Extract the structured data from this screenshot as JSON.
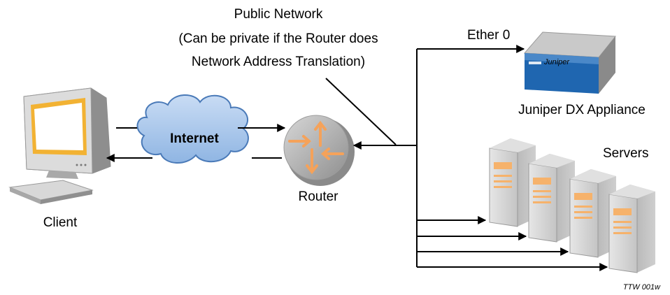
{
  "labels": {
    "public_network_line1": "Public Network",
    "public_network_line2": "(Can be private if the Router does",
    "public_network_line3": "Network Address Translation)",
    "internet": "Internet",
    "client": "Client",
    "router": "Router",
    "ether": "Ether 0",
    "appliance": "Juniper DX Appliance",
    "servers": "Servers",
    "figure_id": "TTW  001w",
    "appliance_badge": "Juniper"
  },
  "colors": {
    "line": "#000000",
    "cloud_fill": "#a8c8ec",
    "cloud_stroke": "#4a7ab8",
    "router_arrows": "#f5a25a",
    "appliance_blue": "#1f66b0",
    "screen_yellow": "#f2b233",
    "server_orange": "#f6b26b"
  },
  "icons": {
    "client": "desktop-computer-icon",
    "cloud": "internet-cloud-icon",
    "router": "router-icon",
    "appliance": "juniper-dx-appliance-icon",
    "server": "server-tower-icon"
  }
}
